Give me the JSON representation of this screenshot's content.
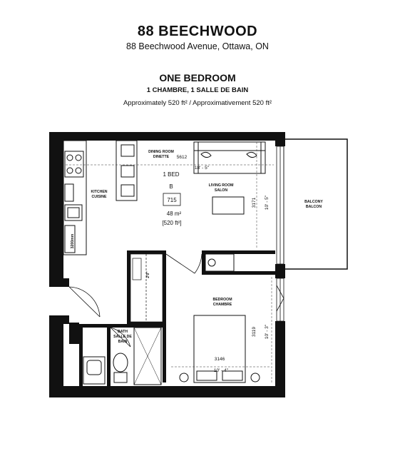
{
  "header": {
    "title": "88 BEECHWOOD",
    "address": "88 Beechwood Avenue, Ottawa, ON",
    "unit_type": "ONE BEDROOM",
    "unit_sub": "1 CHAMBRE, 1 SALLE DE BAIN",
    "area": "Approximately 520 ft² / Approximativement 520 ft²"
  },
  "plan": {
    "dining": {
      "line1": "DINING ROOM",
      "line2": "DINETTE",
      "width_mm": "5612",
      "width_ft": "18' - 5\""
    },
    "unit_label": {
      "beds": "1 BED",
      "model": "B",
      "number": "715",
      "area_m": "48 m²",
      "area_ft": "[520 ft²]"
    },
    "living": {
      "line1": "LIVING ROOM",
      "line2": "SALON",
      "depth_mm": "3171",
      "depth_ft": "10' - 5\""
    },
    "kitchen": {
      "line1": "KITCHEN",
      "line2": "CUISINE",
      "note": "3200mm"
    },
    "balcony": {
      "line1": "BALCONY",
      "line2": "BALCON"
    },
    "bedroom": {
      "line1": "BEDROOM",
      "line2": "CHAMBRE",
      "depth_mm": "3119",
      "depth_ft": "10' - 3\"",
      "width_mm": "3146",
      "width_ft": "10' - 4\""
    },
    "bath": {
      "line1": "BATH",
      "line2": "SALLE DE",
      "line3": "BAIN"
    },
    "closet_label": "2'0\""
  }
}
